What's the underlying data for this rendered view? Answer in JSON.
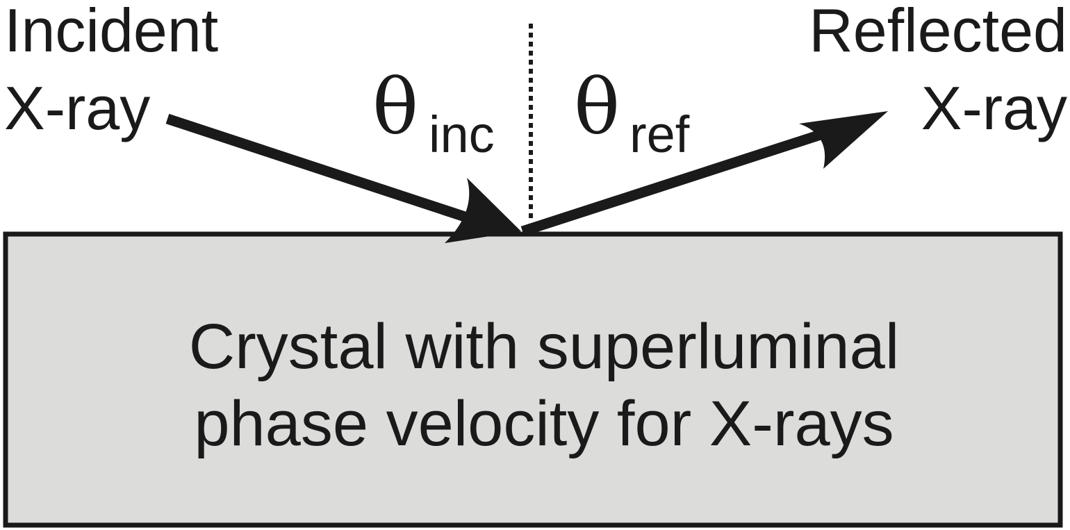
{
  "incident": {
    "line1": "Incident",
    "line2": "X-ray"
  },
  "reflected": {
    "line1": "Reflected",
    "line2": "X-ray"
  },
  "theta_inc": {
    "symbol": "θ",
    "subscript": "inc"
  },
  "theta_ref": {
    "symbol": "θ",
    "subscript": "ref"
  },
  "crystal": {
    "line1": "Crystal with superluminal",
    "line2": "phase velocity for X-rays"
  },
  "colors": {
    "crystal_fill": "#dcdcdb",
    "stroke": "#1a1a1a",
    "text": "#1a1a1a"
  }
}
